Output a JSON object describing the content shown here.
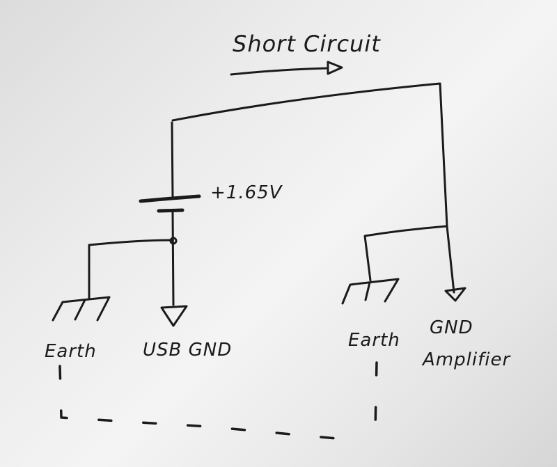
{
  "diagram": {
    "title": "Short Circuit",
    "labels": {
      "voltage": "+1.65V",
      "earth_left": "Earth",
      "usb_gnd": "USB GND",
      "earth_right": "Earth",
      "gnd_amplifier_line1": "GND",
      "gnd_amplifier_line2": "Amplifier"
    },
    "components": [
      {
        "type": "battery",
        "label": "+1.65V"
      },
      {
        "type": "earth-ground",
        "label": "Earth"
      },
      {
        "type": "signal-ground",
        "label": "USB GND"
      },
      {
        "type": "earth-ground",
        "label": "Earth"
      },
      {
        "type": "signal-ground",
        "label": "GND Amplifier"
      }
    ],
    "connections": [
      "Short circuit wire from battery top to GND Amplifier",
      "Battery bottom node to Earth (left) and USB GND",
      "GND Amplifier line to Earth (right)",
      "Dashed link between left Earth and right Earth"
    ],
    "ink_color": "#1b1b1b",
    "paper_color": "#ececec"
  }
}
